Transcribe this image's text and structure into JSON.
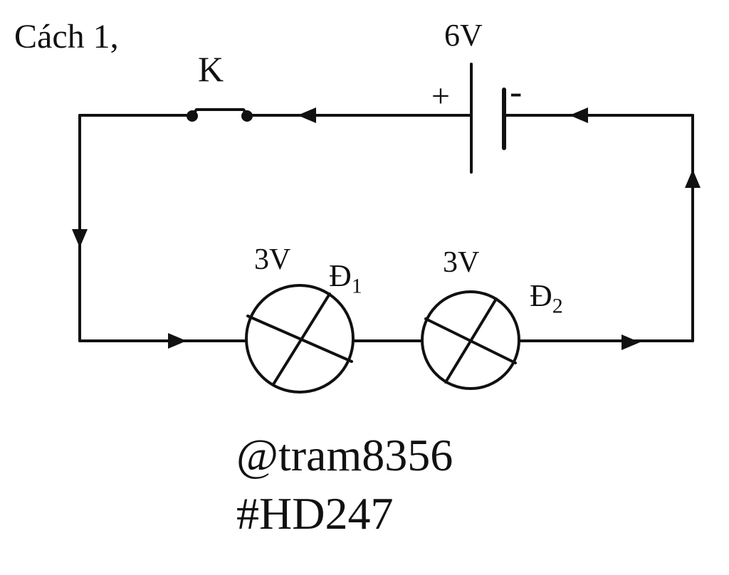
{
  "title": "Cách 1,",
  "switch": {
    "label": "K"
  },
  "battery": {
    "voltage": "6V",
    "plus": "+",
    "minus": "-"
  },
  "lamps": [
    {
      "rating": "3V",
      "name": "Đ",
      "index": "1"
    },
    {
      "rating": "3V",
      "name": "Đ",
      "index": "2"
    }
  ],
  "watermark": {
    "author": "@tram8356",
    "tag": "#HD247"
  },
  "colors": {
    "ink": "#111111",
    "background": "#ffffff"
  }
}
